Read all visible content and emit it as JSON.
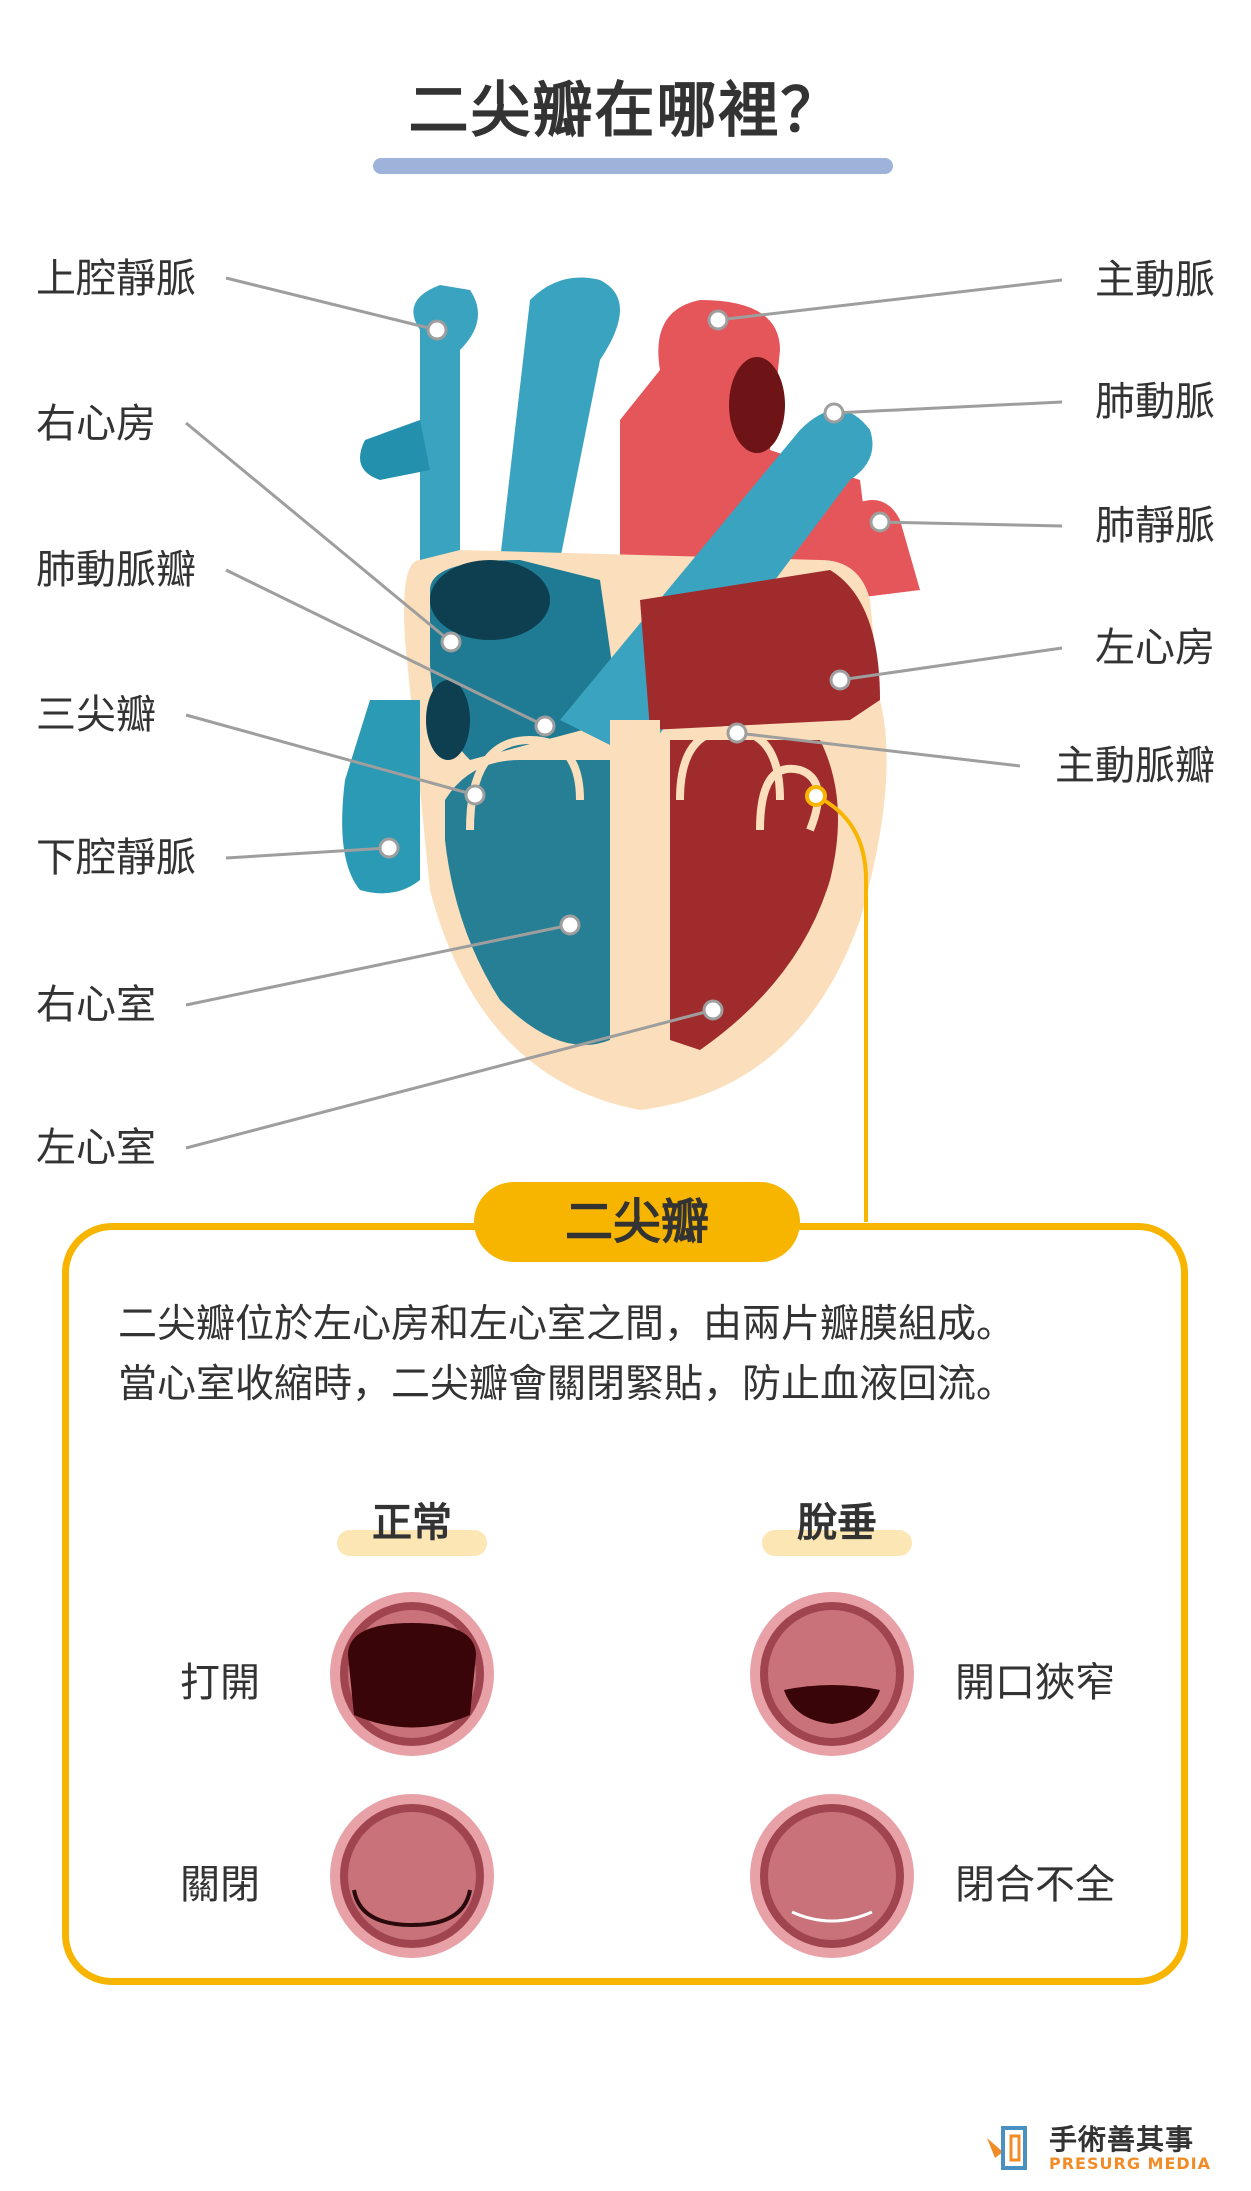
{
  "title": "二尖瓣在哪裡？",
  "labels_left": [
    "上腔靜脈",
    "右心房",
    "肺動脈瓣",
    "三尖瓣",
    "下腔靜脈",
    "右心室",
    "左心室"
  ],
  "labels_right": [
    "主動脈",
    "肺動脈",
    "肺靜脈",
    "左心房",
    "主動脈瓣"
  ],
  "box": {
    "title": "二尖瓣",
    "description": [
      "二尖瓣位於左心房和左心室之間，由兩片瓣膜組成。",
      "當心室收縮時，二尖瓣會關閉緊貼，防止血液回流。"
    ],
    "normal": {
      "title": "正常",
      "open": "打開",
      "closed": "關閉"
    },
    "prolapse": {
      "title": "脫垂",
      "open": "開口狹窄",
      "closed": "閉合不全"
    }
  },
  "logo": {
    "zh": "手術善其事",
    "en": "PRESURG MEDIA"
  },
  "colors": {
    "blue": "#3aa3bf",
    "blue_dark": "#1e7b93",
    "red": "#e5565a",
    "red_dark": "#a02b2d",
    "wall": "#fbdfbc",
    "accent": "#f7b500",
    "title_bar": "#9db3da"
  }
}
